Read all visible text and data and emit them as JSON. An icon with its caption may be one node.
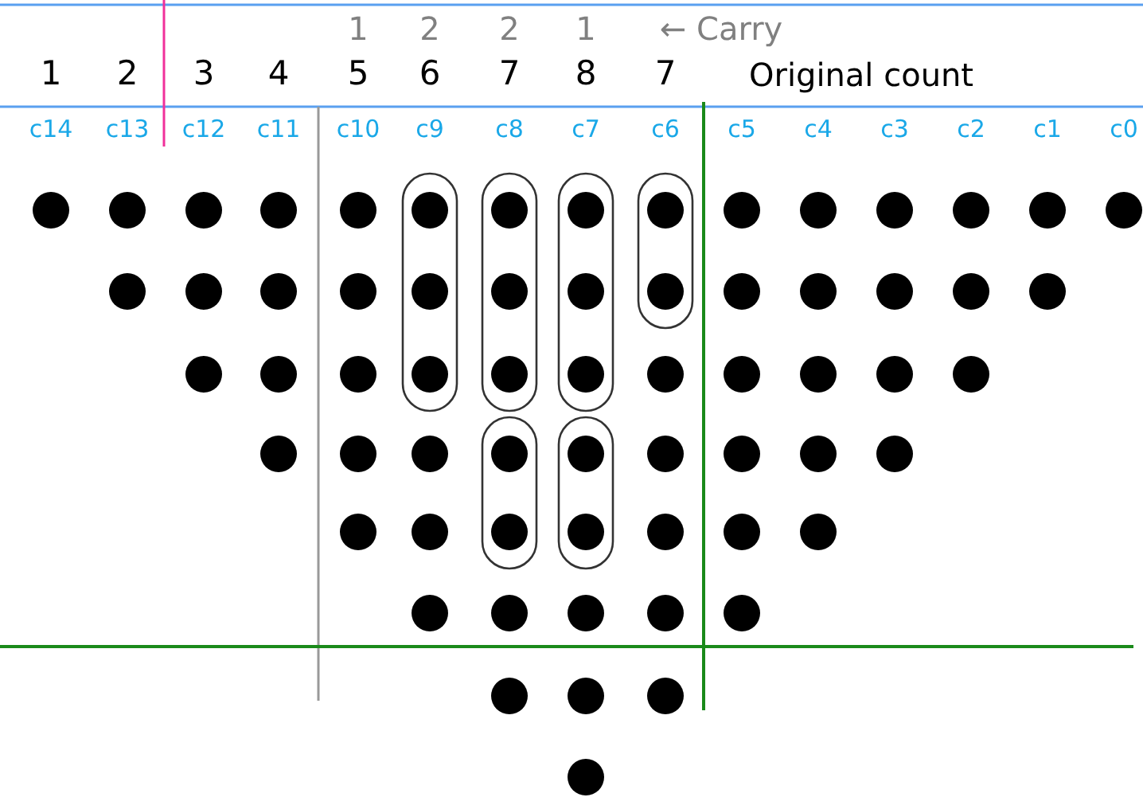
{
  "diagram": {
    "labels": [
      "1",
      "2",
      "2",
      "1",
      "← Carry",
      "1",
      "2",
      "3",
      "4",
      "5",
      "6",
      "7",
      "8",
      "7",
      "Original count",
      "c14",
      "c13",
      "c12",
      "c11",
      "c10",
      "c9",
      "c8",
      "c7",
      "c6",
      "c5",
      "c4",
      "c3",
      "c2",
      "c1",
      "c0"
    ]
  }
}
